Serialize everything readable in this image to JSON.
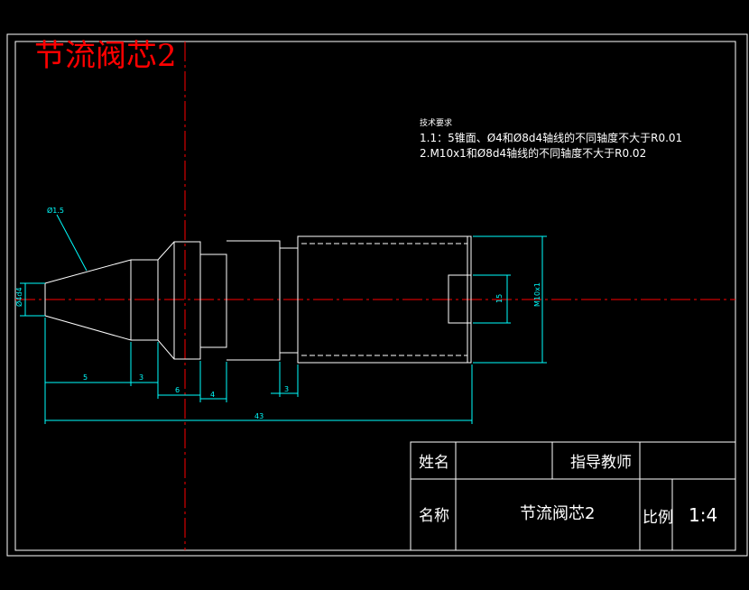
{
  "title": "节流阀芯2",
  "tech_requirements": {
    "heading": "技术要求",
    "line1": "1.1：5锥面、Ø4和Ø8d4轴线的不同轴度不大于R0.01",
    "line2": "2.M10x1和Ø8d4轴线的不同轴度不大于R0.02"
  },
  "dimensions": {
    "chamfer": "Ø1.5",
    "tip_diameter": "Ø4d4",
    "len_5": "5",
    "len_3a": "3",
    "len_6": "6",
    "len_4": "4",
    "len_3b": "3",
    "len_43": "43",
    "slot_15": "15",
    "thread": "M10x1"
  },
  "title_block": {
    "name_label": "姓名",
    "name_value": "",
    "instructor_label": "指导教师",
    "instructor_value": "",
    "part_label": "名称",
    "part_name": "节流阀芯2",
    "scale_label": "比例",
    "scale_value": "1:4"
  },
  "colors": {
    "background": "#000000",
    "outline": "#ffffff",
    "centerline": "#ff0000",
    "dimension": "#00ffff",
    "title": "#ff0000"
  }
}
